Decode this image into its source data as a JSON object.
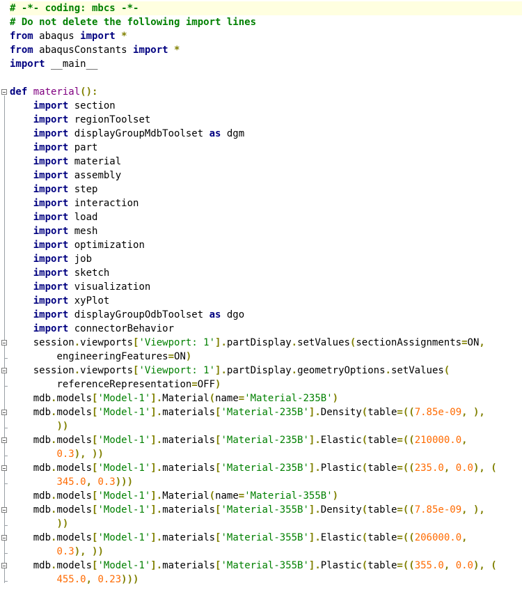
{
  "editor": {
    "file_lines": [
      [
        [
          "cm",
          "# -*- coding: mbcs -*-"
        ]
      ],
      [
        [
          "cm",
          "# Do not delete the following import lines"
        ]
      ],
      [
        [
          "kw",
          "from"
        ],
        [
          "id",
          " abaqus "
        ],
        [
          "kw",
          "import"
        ],
        [
          "id",
          " "
        ],
        [
          "op",
          "*"
        ]
      ],
      [
        [
          "kw",
          "from"
        ],
        [
          "id",
          " abaqusConstants "
        ],
        [
          "kw",
          "import"
        ],
        [
          "id",
          " "
        ],
        [
          "op",
          "*"
        ]
      ],
      [
        [
          "kw",
          "import"
        ],
        [
          "id",
          " __main__"
        ]
      ],
      [
        [
          "id",
          ""
        ]
      ],
      [
        [
          "kw",
          "def"
        ],
        [
          "id",
          " "
        ],
        [
          "fn",
          "material"
        ],
        [
          "op",
          "():"
        ]
      ],
      [
        [
          "ws",
          "    "
        ],
        [
          "kw",
          "import"
        ],
        [
          "id",
          " section"
        ]
      ],
      [
        [
          "ws",
          "    "
        ],
        [
          "kw",
          "import"
        ],
        [
          "id",
          " regionToolset"
        ]
      ],
      [
        [
          "ws",
          "    "
        ],
        [
          "kw",
          "import"
        ],
        [
          "id",
          " displayGroupMdbToolset "
        ],
        [
          "kw",
          "as"
        ],
        [
          "id",
          " dgm"
        ]
      ],
      [
        [
          "ws",
          "    "
        ],
        [
          "kw",
          "import"
        ],
        [
          "id",
          " part"
        ]
      ],
      [
        [
          "ws",
          "    "
        ],
        [
          "kw",
          "import"
        ],
        [
          "id",
          " material"
        ]
      ],
      [
        [
          "ws",
          "    "
        ],
        [
          "kw",
          "import"
        ],
        [
          "id",
          " assembly"
        ]
      ],
      [
        [
          "ws",
          "    "
        ],
        [
          "kw",
          "import"
        ],
        [
          "id",
          " step"
        ]
      ],
      [
        [
          "ws",
          "    "
        ],
        [
          "kw",
          "import"
        ],
        [
          "id",
          " interaction"
        ]
      ],
      [
        [
          "ws",
          "    "
        ],
        [
          "kw",
          "import"
        ],
        [
          "id",
          " load"
        ]
      ],
      [
        [
          "ws",
          "    "
        ],
        [
          "kw",
          "import"
        ],
        [
          "id",
          " mesh"
        ]
      ],
      [
        [
          "ws",
          "    "
        ],
        [
          "kw",
          "import"
        ],
        [
          "id",
          " optimization"
        ]
      ],
      [
        [
          "ws",
          "    "
        ],
        [
          "kw",
          "import"
        ],
        [
          "id",
          " job"
        ]
      ],
      [
        [
          "ws",
          "    "
        ],
        [
          "kw",
          "import"
        ],
        [
          "id",
          " sketch"
        ]
      ],
      [
        [
          "ws",
          "    "
        ],
        [
          "kw",
          "import"
        ],
        [
          "id",
          " visualization"
        ]
      ],
      [
        [
          "ws",
          "    "
        ],
        [
          "kw",
          "import"
        ],
        [
          "id",
          " xyPlot"
        ]
      ],
      [
        [
          "ws",
          "    "
        ],
        [
          "kw",
          "import"
        ],
        [
          "id",
          " displayGroupOdbToolset "
        ],
        [
          "kw",
          "as"
        ],
        [
          "id",
          " dgo"
        ]
      ],
      [
        [
          "ws",
          "    "
        ],
        [
          "kw",
          "import"
        ],
        [
          "id",
          " connectorBehavior"
        ]
      ],
      [
        [
          "ws",
          "    "
        ],
        [
          "id",
          "session"
        ],
        [
          "op",
          "."
        ],
        [
          "id",
          "viewports"
        ],
        [
          "op",
          "["
        ],
        [
          "st",
          "'Viewport: 1'"
        ],
        [
          "op",
          "]."
        ],
        [
          "id",
          "partDisplay"
        ],
        [
          "op",
          "."
        ],
        [
          "id",
          "setValues"
        ],
        [
          "op",
          "("
        ],
        [
          "id",
          "sectionAssignments"
        ],
        [
          "op",
          "="
        ],
        [
          "id",
          "ON"
        ],
        [
          "op",
          ","
        ]
      ],
      [
        [
          "ws",
          "        "
        ],
        [
          "id",
          "engineeringFeatures"
        ],
        [
          "op",
          "="
        ],
        [
          "id",
          "ON"
        ],
        [
          "op",
          ")"
        ]
      ],
      [
        [
          "ws",
          "    "
        ],
        [
          "id",
          "session"
        ],
        [
          "op",
          "."
        ],
        [
          "id",
          "viewports"
        ],
        [
          "op",
          "["
        ],
        [
          "st",
          "'Viewport: 1'"
        ],
        [
          "op",
          "]."
        ],
        [
          "id",
          "partDisplay"
        ],
        [
          "op",
          "."
        ],
        [
          "id",
          "geometryOptions"
        ],
        [
          "op",
          "."
        ],
        [
          "id",
          "setValues"
        ],
        [
          "op",
          "("
        ]
      ],
      [
        [
          "ws",
          "        "
        ],
        [
          "id",
          "referenceRepresentation"
        ],
        [
          "op",
          "="
        ],
        [
          "id",
          "OFF"
        ],
        [
          "op",
          ")"
        ]
      ],
      [
        [
          "ws",
          "    "
        ],
        [
          "id",
          "mdb"
        ],
        [
          "op",
          "."
        ],
        [
          "id",
          "models"
        ],
        [
          "op",
          "["
        ],
        [
          "st",
          "'Model-1'"
        ],
        [
          "op",
          "]."
        ],
        [
          "id",
          "Material"
        ],
        [
          "op",
          "("
        ],
        [
          "id",
          "name"
        ],
        [
          "op",
          "="
        ],
        [
          "st",
          "'Material-235B'"
        ],
        [
          "op",
          ")"
        ]
      ],
      [
        [
          "ws",
          "    "
        ],
        [
          "id",
          "mdb"
        ],
        [
          "op",
          "."
        ],
        [
          "id",
          "models"
        ],
        [
          "op",
          "["
        ],
        [
          "st",
          "'Model-1'"
        ],
        [
          "op",
          "]."
        ],
        [
          "id",
          "materials"
        ],
        [
          "op",
          "["
        ],
        [
          "st",
          "'Material-235B'"
        ],
        [
          "op",
          "]."
        ],
        [
          "id",
          "Density"
        ],
        [
          "op",
          "("
        ],
        [
          "id",
          "table"
        ],
        [
          "op",
          "=(("
        ],
        [
          "nm",
          "7.85e-09"
        ],
        [
          "op",
          ", ),"
        ]
      ],
      [
        [
          "ws",
          "        "
        ],
        [
          "op",
          "))"
        ]
      ],
      [
        [
          "ws",
          "    "
        ],
        [
          "id",
          "mdb"
        ],
        [
          "op",
          "."
        ],
        [
          "id",
          "models"
        ],
        [
          "op",
          "["
        ],
        [
          "st",
          "'Model-1'"
        ],
        [
          "op",
          "]."
        ],
        [
          "id",
          "materials"
        ],
        [
          "op",
          "["
        ],
        [
          "st",
          "'Material-235B'"
        ],
        [
          "op",
          "]."
        ],
        [
          "id",
          "Elastic"
        ],
        [
          "op",
          "("
        ],
        [
          "id",
          "table"
        ],
        [
          "op",
          "=(("
        ],
        [
          "nm",
          "210000.0"
        ],
        [
          "op",
          ","
        ]
      ],
      [
        [
          "ws",
          "        "
        ],
        [
          "nm",
          "0.3"
        ],
        [
          "op",
          "), ))"
        ]
      ],
      [
        [
          "ws",
          "    "
        ],
        [
          "id",
          "mdb"
        ],
        [
          "op",
          "."
        ],
        [
          "id",
          "models"
        ],
        [
          "op",
          "["
        ],
        [
          "st",
          "'Model-1'"
        ],
        [
          "op",
          "]."
        ],
        [
          "id",
          "materials"
        ],
        [
          "op",
          "["
        ],
        [
          "st",
          "'Material-235B'"
        ],
        [
          "op",
          "]."
        ],
        [
          "id",
          "Plastic"
        ],
        [
          "op",
          "("
        ],
        [
          "id",
          "table"
        ],
        [
          "op",
          "=(("
        ],
        [
          "nm",
          "235.0"
        ],
        [
          "op",
          ", "
        ],
        [
          "nm",
          "0.0"
        ],
        [
          "op",
          "), ("
        ]
      ],
      [
        [
          "ws",
          "        "
        ],
        [
          "nm",
          "345.0"
        ],
        [
          "op",
          ", "
        ],
        [
          "nm",
          "0.3"
        ],
        [
          "op",
          ")))"
        ]
      ],
      [
        [
          "ws",
          "    "
        ],
        [
          "id",
          "mdb"
        ],
        [
          "op",
          "."
        ],
        [
          "id",
          "models"
        ],
        [
          "op",
          "["
        ],
        [
          "st",
          "'Model-1'"
        ],
        [
          "op",
          "]."
        ],
        [
          "id",
          "Material"
        ],
        [
          "op",
          "("
        ],
        [
          "id",
          "name"
        ],
        [
          "op",
          "="
        ],
        [
          "st",
          "'Material-355B'"
        ],
        [
          "op",
          ")"
        ]
      ],
      [
        [
          "ws",
          "    "
        ],
        [
          "id",
          "mdb"
        ],
        [
          "op",
          "."
        ],
        [
          "id",
          "models"
        ],
        [
          "op",
          "["
        ],
        [
          "st",
          "'Model-1'"
        ],
        [
          "op",
          "]."
        ],
        [
          "id",
          "materials"
        ],
        [
          "op",
          "["
        ],
        [
          "st",
          "'Material-355B'"
        ],
        [
          "op",
          "]."
        ],
        [
          "id",
          "Density"
        ],
        [
          "op",
          "("
        ],
        [
          "id",
          "table"
        ],
        [
          "op",
          "=(("
        ],
        [
          "nm",
          "7.85e-09"
        ],
        [
          "op",
          ", ),"
        ]
      ],
      [
        [
          "ws",
          "        "
        ],
        [
          "op",
          "))"
        ]
      ],
      [
        [
          "ws",
          "    "
        ],
        [
          "id",
          "mdb"
        ],
        [
          "op",
          "."
        ],
        [
          "id",
          "models"
        ],
        [
          "op",
          "["
        ],
        [
          "st",
          "'Model-1'"
        ],
        [
          "op",
          "]."
        ],
        [
          "id",
          "materials"
        ],
        [
          "op",
          "["
        ],
        [
          "st",
          "'Material-355B'"
        ],
        [
          "op",
          "]."
        ],
        [
          "id",
          "Elastic"
        ],
        [
          "op",
          "("
        ],
        [
          "id",
          "table"
        ],
        [
          "op",
          "=(("
        ],
        [
          "nm",
          "206000.0"
        ],
        [
          "op",
          ","
        ]
      ],
      [
        [
          "ws",
          "        "
        ],
        [
          "nm",
          "0.3"
        ],
        [
          "op",
          "), ))"
        ]
      ],
      [
        [
          "ws",
          "    "
        ],
        [
          "id",
          "mdb"
        ],
        [
          "op",
          "."
        ],
        [
          "id",
          "models"
        ],
        [
          "op",
          "["
        ],
        [
          "st",
          "'Model-1'"
        ],
        [
          "op",
          "]."
        ],
        [
          "id",
          "materials"
        ],
        [
          "op",
          "["
        ],
        [
          "st",
          "'Material-355B'"
        ],
        [
          "op",
          "]."
        ],
        [
          "id",
          "Plastic"
        ],
        [
          "op",
          "("
        ],
        [
          "id",
          "table"
        ],
        [
          "op",
          "=(("
        ],
        [
          "nm",
          "355.0"
        ],
        [
          "op",
          ", "
        ],
        [
          "nm",
          "0.0"
        ],
        [
          "op",
          "), ("
        ]
      ],
      [
        [
          "ws",
          "        "
        ],
        [
          "nm",
          "455.0"
        ],
        [
          "op",
          ", "
        ],
        [
          "nm",
          "0.23"
        ],
        [
          "op",
          ")))"
        ]
      ]
    ],
    "highlighted_line": 0,
    "colors": {
      "comment": "#008000",
      "keyword": "#000080",
      "string": "#008000",
      "number": "#ff6a00",
      "operator": "#808000",
      "function": "#800080",
      "current_line": "#ffffe0"
    },
    "fold_markers": [
      6,
      24,
      26,
      29,
      31,
      33,
      36,
      38,
      40
    ]
  }
}
